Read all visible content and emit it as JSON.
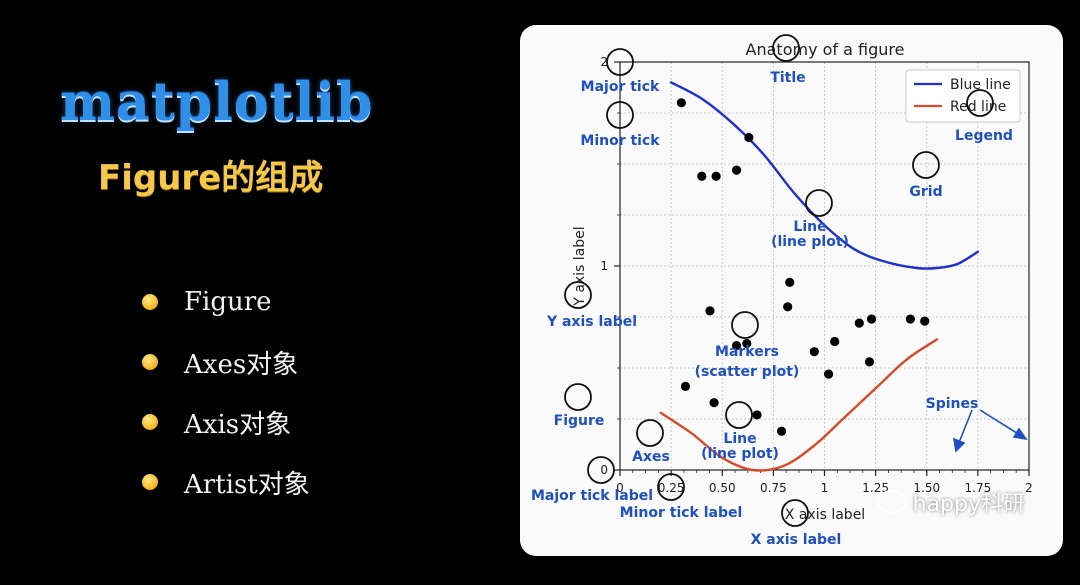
{
  "slide": {
    "logo_title": "matplotlib",
    "subtitle": "Figure的组成",
    "bullets": [
      "Figure",
      "Axes对象",
      "Axis对象",
      "Artist对象"
    ],
    "watermark": "happy科研",
    "colors": {
      "background": "#000000",
      "logo": "#2f8fe8",
      "subtitle": "#f5c84a",
      "bullet_dot": "#f2b418",
      "annotation": "#1f4fc2"
    }
  },
  "figure": {
    "annotations": {
      "title": "Title",
      "major_tick": "Major tick",
      "minor_tick": "Minor tick",
      "legend": "Legend",
      "grid": "Grid",
      "line_blue_1": "Line",
      "line_blue_2": "(line plot)",
      "y_axis_label": "Y axis label",
      "markers_1": "Markers",
      "markers_2": "(scatter plot)",
      "figure": "Figure",
      "spines": "Spines",
      "line_red_1": "Line",
      "line_red_2": "(line plot)",
      "axes": "Axes",
      "major_tick_label": "Major tick label",
      "minor_tick_label": "Minor tick label",
      "x_axis_label": "X axis label"
    }
  },
  "chart_data": {
    "type": "line",
    "title": "Anatomy of a figure",
    "xlabel": "X axis label",
    "ylabel": "Y axis label",
    "xlim": [
      0,
      2
    ],
    "ylim": [
      0,
      2
    ],
    "x_ticks": [
      0,
      0.25,
      0.5,
      0.75,
      1,
      1.25,
      1.5,
      1.75,
      2
    ],
    "x_tick_labels": [
      "0",
      "0.25",
      "0.50",
      "0.75",
      "1",
      "1.25",
      "1.50",
      "1.75",
      "2"
    ],
    "y_ticks": [
      0,
      1,
      2
    ],
    "y_tick_labels": [
      "0",
      "1",
      "2"
    ],
    "grid": true,
    "legend": "top-right",
    "series": [
      {
        "name": "Blue line",
        "type": "line",
        "color": "#1f2fd0",
        "x": [
          0.25,
          0.4,
          0.55,
          0.7,
          0.85,
          1.0,
          1.15,
          1.3,
          1.45,
          1.55,
          1.65,
          1.75
        ],
        "y": [
          1.9,
          1.82,
          1.7,
          1.55,
          1.36,
          1.2,
          1.08,
          1.02,
          0.99,
          0.99,
          1.01,
          1.07
        ]
      },
      {
        "name": "Red line",
        "type": "line",
        "color": "#d84a2a",
        "x": [
          0.2,
          0.35,
          0.5,
          0.65,
          0.8,
          0.95,
          1.1,
          1.25,
          1.4,
          1.55
        ],
        "y": [
          0.28,
          0.18,
          0.06,
          0.0,
          0.02,
          0.12,
          0.26,
          0.4,
          0.54,
          0.64
        ]
      },
      {
        "name": "",
        "type": "scatter",
        "color": "#000000",
        "x": [
          0.3,
          0.4,
          0.47,
          0.57,
          0.63,
          0.44,
          0.57,
          0.62,
          0.82,
          0.83,
          1.05,
          1.17,
          1.23,
          1.42,
          1.49,
          0.95,
          1.02,
          1.22,
          0.32,
          0.46,
          0.67,
          0.79
        ],
        "y": [
          1.8,
          1.44,
          1.44,
          1.47,
          1.63,
          0.78,
          0.61,
          0.62,
          0.8,
          0.92,
          0.63,
          0.72,
          0.74,
          0.74,
          0.73,
          0.58,
          0.47,
          0.53,
          0.41,
          0.33,
          0.27,
          0.19
        ]
      }
    ]
  }
}
